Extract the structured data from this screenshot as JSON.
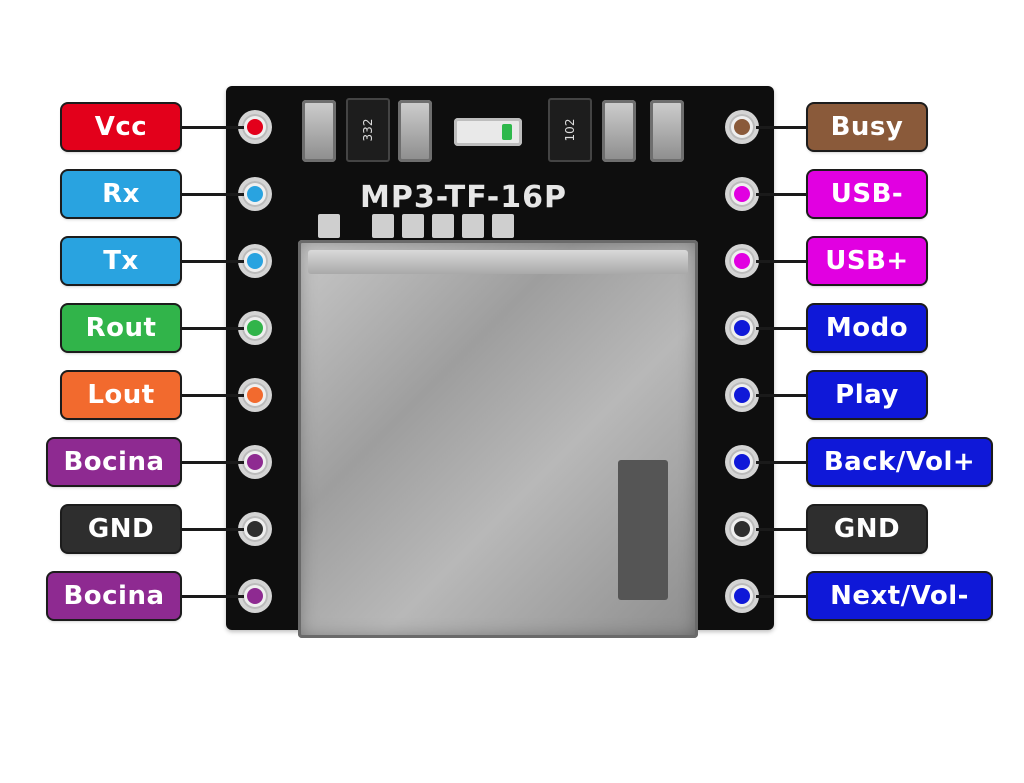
{
  "board": {
    "silkscreen": "MP3-TF-16P",
    "chip_left_code": "332",
    "chip_right_code": "102"
  },
  "left_pins": [
    {
      "label": "Vcc",
      "color": "#e3001b"
    },
    {
      "label": "Rx",
      "color": "#29a3e0"
    },
    {
      "label": "Tx",
      "color": "#29a3e0"
    },
    {
      "label": "Rout",
      "color": "#31b44a"
    },
    {
      "label": "Lout",
      "color": "#f26a2e"
    },
    {
      "label": "Bocina",
      "color": "#8e2a91"
    },
    {
      "label": "GND",
      "color": "#2e2e2e"
    },
    {
      "label": "Bocina",
      "color": "#8e2a91"
    }
  ],
  "right_pins": [
    {
      "label": "Busy",
      "color": "#8a5a3a"
    },
    {
      "label": "USB-",
      "color": "#e100e1"
    },
    {
      "label": "USB+",
      "color": "#e100e1"
    },
    {
      "label": "Modo",
      "color": "#0f18d8"
    },
    {
      "label": "Play",
      "color": "#0f18d8"
    },
    {
      "label": "Back/Vol+",
      "color": "#0f18d8"
    },
    {
      "label": "GND",
      "color": "#2e2e2e"
    },
    {
      "label": "Next/Vol-",
      "color": "#0f18d8"
    }
  ]
}
